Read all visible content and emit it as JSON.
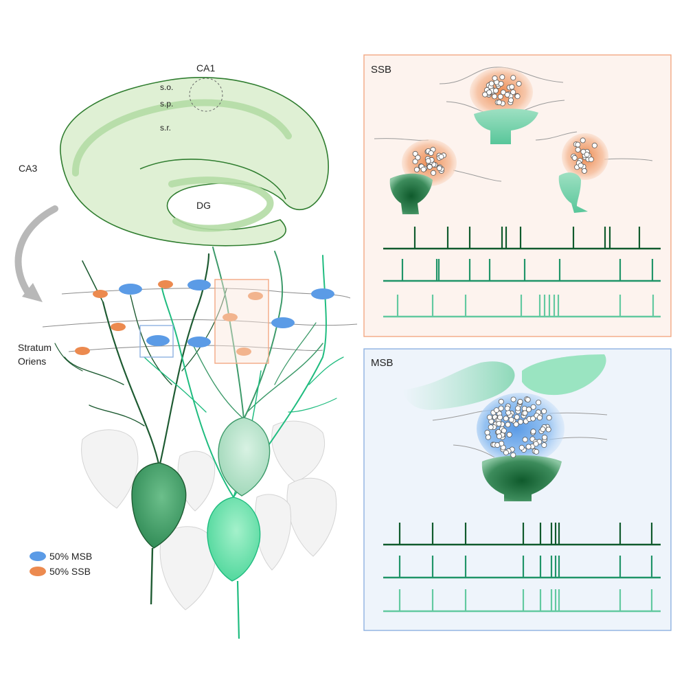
{
  "hippocampus": {
    "region_ca1": "CA1",
    "region_ca3": "CA3",
    "region_dg": "DG",
    "layer_so": "s.o.",
    "layer_sp": "s.p.",
    "layer_sr": "s.r."
  },
  "network": {
    "label_line1": "Stratum",
    "label_line2": "Oriens"
  },
  "legend": {
    "msb": {
      "label": "50% MSB",
      "color": "#5b9be6"
    },
    "ssb": {
      "label": "50% SSB",
      "color": "#ec8a4f"
    }
  },
  "panel_ssb": {
    "title": "SSB",
    "border_color": "#f2a883",
    "fill_color": "#fdf3ee",
    "spike_trains": [
      {
        "color": "#0f5a2c",
        "spikes": [
          604,
          652,
          684,
          731,
          737,
          758,
          835,
          881,
          888,
          931
        ]
      },
      {
        "color": "#1f9468",
        "spikes": [
          586,
          636,
          639,
          684,
          713,
          764,
          815,
          903,
          950
        ]
      },
      {
        "color": "#62c9a0",
        "spikes": [
          579,
          630,
          678,
          759,
          786,
          793,
          800,
          807,
          813,
          903,
          951
        ]
      }
    ]
  },
  "panel_msb": {
    "title": "MSB",
    "border_color": "#8db1e0",
    "fill_color": "#eef4fb",
    "spike_trains": [
      {
        "color": "#0f5a2c",
        "spikes": [
          582,
          630,
          678,
          762,
          787,
          803,
          809,
          814,
          903,
          949
        ]
      },
      {
        "color": "#1f9468",
        "spikes": [
          582,
          630,
          678,
          762,
          787,
          803,
          809,
          814,
          903,
          949
        ]
      },
      {
        "color": "#62c9a0",
        "spikes": [
          582,
          630,
          678,
          762,
          787,
          803,
          809,
          814,
          903,
          949
        ]
      }
    ]
  }
}
